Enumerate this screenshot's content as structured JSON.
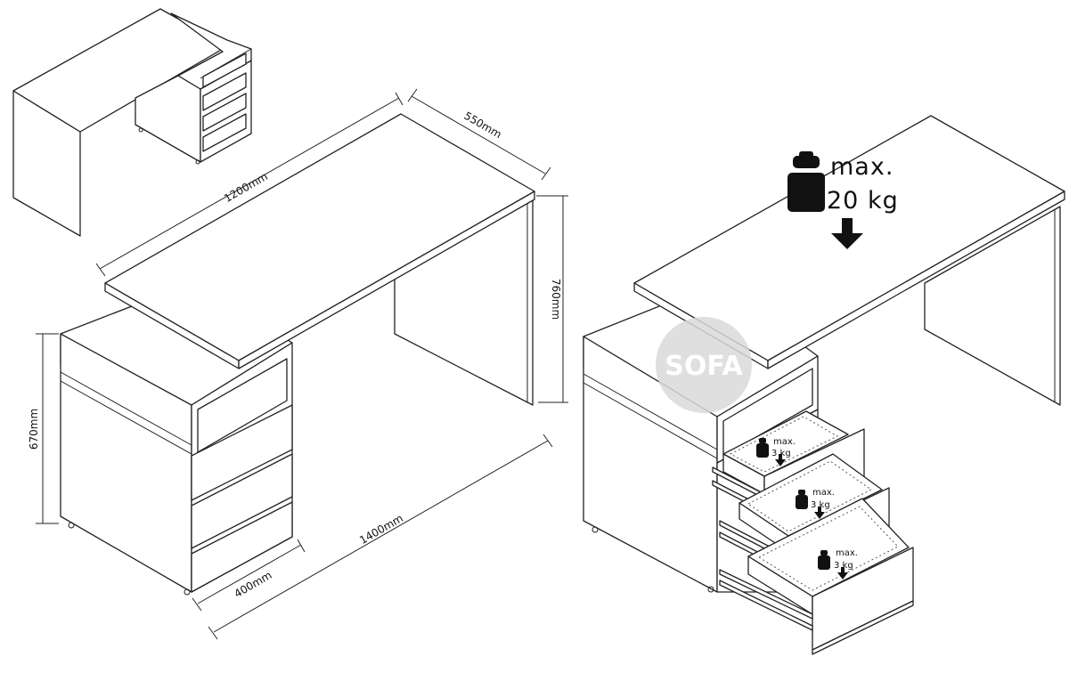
{
  "dimensions": {
    "width": "1200mm",
    "depth": "550mm",
    "height": "760mm",
    "pedestal_height": "670mm",
    "pedestal_width": "400mm",
    "total_length": "1400mm"
  },
  "load_limits": {
    "top": {
      "line1": "max.",
      "line2": "20 kg"
    },
    "drawers": [
      {
        "line1": "max.",
        "line2": "3 kg"
      },
      {
        "line1": "max.",
        "line2": "3 kg"
      },
      {
        "line1": "max.",
        "line2": "3 kg"
      }
    ]
  },
  "watermark": {
    "text": "SOFA",
    "color": "#d9d9d9"
  },
  "colors": {
    "line": "#222222",
    "fill": "#ffffff",
    "weight_icon": "#111111"
  },
  "icons": [
    "weight-icon",
    "arrow-down-icon"
  ]
}
